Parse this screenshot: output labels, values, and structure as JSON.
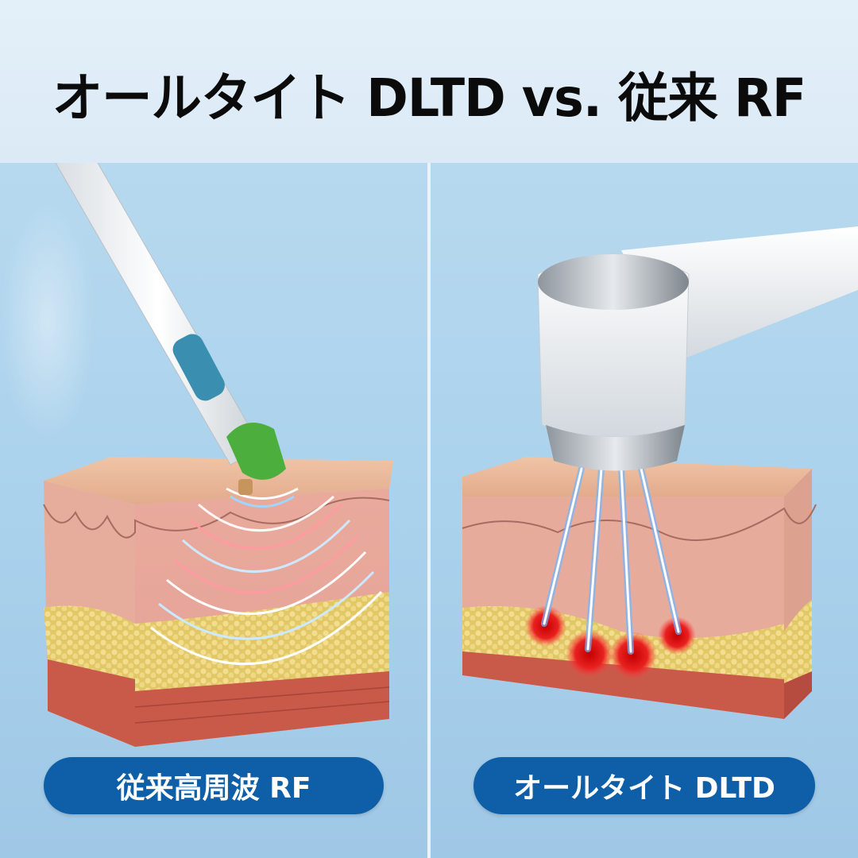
{
  "header": {
    "title": "オールタイト DLTD vs. 従来 RF"
  },
  "panels": [
    {
      "id": "left",
      "label": "従来高周波 RF",
      "device": "pen-type RF handpiece (white body, blue button, green tip)",
      "effect": "diffuse curved RF waves (blue/red) spreading through skin layers"
    },
    {
      "id": "right",
      "label": "オールタイト DLTD",
      "device": "silver/white handpiece with round head",
      "effect": "focused blue-white beams with arrows hitting red target points in fat layer"
    }
  ],
  "colors": {
    "pill": "#0f5fa8",
    "background": "#a9d1ec",
    "header_bg": "#dcebf6",
    "title": "#0b0b0b",
    "skin_top": "#e8b898",
    "dermis": "#e7a79a",
    "fat": "#e9d27a",
    "muscle": "#c9584a",
    "target_red": "#e01818"
  }
}
